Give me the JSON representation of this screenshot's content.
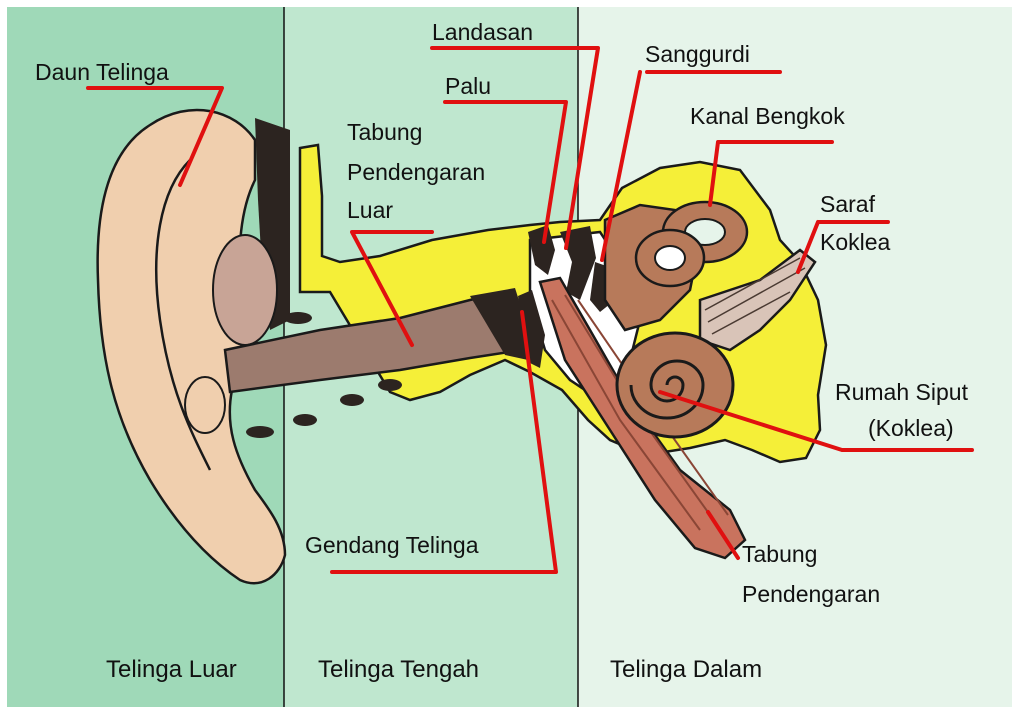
{
  "zones": {
    "outer": "Telinga Luar",
    "middle": "Telinga Tengah",
    "inner": "Telinga Dalam"
  },
  "labels": {
    "auricle": "Daun Telinga",
    "ear_canal": [
      "Tabung",
      "Pendengaran",
      "Luar"
    ],
    "incus": "Landasan",
    "malleus": "Palu",
    "stapes": "Sanggurdi",
    "semicircular_canals": "Kanal Bengkok",
    "cochlear_nerve": [
      "Saraf",
      "Koklea"
    ],
    "cochlea": [
      "Rumah Siput",
      "(Koklea)"
    ],
    "eustachian_tube": [
      "Tabung",
      "Pendengaran"
    ],
    "eardrum": "Gendang Telinga"
  },
  "colors": {
    "outer_zone": "#9fd9b8",
    "middle_zone": "#bfe7cf",
    "inner_zone": "#e6f4ea",
    "leader_line": "#e01010",
    "skin": "#f0cfae",
    "canal": "#9c7b6e",
    "bone_yellow": "#f5ef38",
    "inner_ear_brown": "#b77a5a",
    "muscle": "#c9735e"
  }
}
